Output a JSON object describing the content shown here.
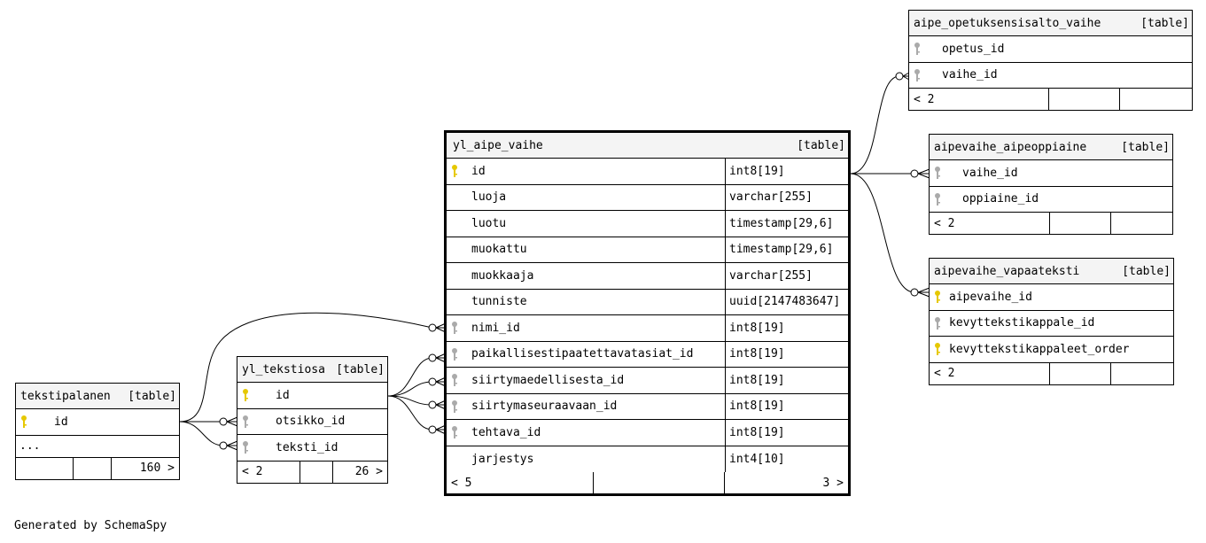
{
  "generated_by": "Generated by SchemaSpy",
  "table_tag": "[table]",
  "tables": {
    "yl_aipe_vaihe": {
      "name": "yl_aipe_vaihe",
      "columns": [
        {
          "name": "id",
          "type": "int8[19]",
          "key": "primary"
        },
        {
          "name": "luoja",
          "type": "varchar[255]",
          "key": "none"
        },
        {
          "name": "luotu",
          "type": "timestamp[29,6]",
          "key": "none"
        },
        {
          "name": "muokattu",
          "type": "timestamp[29,6]",
          "key": "none"
        },
        {
          "name": "muokkaaja",
          "type": "varchar[255]",
          "key": "none"
        },
        {
          "name": "tunniste",
          "type": "uuid[2147483647]",
          "key": "none"
        },
        {
          "name": "nimi_id",
          "type": "int8[19]",
          "key": "foreign"
        },
        {
          "name": "paikallisestipaatettavatasiat_id",
          "type": "int8[19]",
          "key": "foreign"
        },
        {
          "name": "siirtymaedellisesta_id",
          "type": "int8[19]",
          "key": "foreign"
        },
        {
          "name": "siirtymaseuraavaan_id",
          "type": "int8[19]",
          "key": "foreign"
        },
        {
          "name": "tehtava_id",
          "type": "int8[19]",
          "key": "foreign"
        },
        {
          "name": "jarjestys",
          "type": "int4[10]",
          "key": "none"
        }
      ],
      "footer": {
        "parents": "< 5",
        "children": "3 >"
      }
    },
    "aipe_opetuksensisalto_vaihe": {
      "name": "aipe_opetuksensisalto_vaihe",
      "columns": [
        {
          "name": "opetus_id",
          "key": "foreign"
        },
        {
          "name": "vaihe_id",
          "key": "foreign"
        }
      ],
      "footer": {
        "parents": "< 2"
      }
    },
    "aipevaihe_aipeoppiaine": {
      "name": "aipevaihe_aipeoppiaine",
      "columns": [
        {
          "name": "vaihe_id",
          "key": "foreign"
        },
        {
          "name": "oppiaine_id",
          "key": "foreign"
        }
      ],
      "footer": {
        "parents": "< 2"
      }
    },
    "aipevaihe_vapaateksti": {
      "name": "aipevaihe_vapaateksti",
      "columns": [
        {
          "name": "aipevaihe_id",
          "key": "primary"
        },
        {
          "name": "kevyttekstikappale_id",
          "key": "foreign"
        },
        {
          "name": "kevyttekstikappaleet_order",
          "key": "primary"
        }
      ],
      "footer": {
        "parents": "< 2"
      }
    },
    "yl_tekstiosa": {
      "name": "yl_tekstiosa",
      "columns": [
        {
          "name": "id",
          "key": "primary"
        },
        {
          "name": "otsikko_id",
          "key": "foreign"
        },
        {
          "name": "teksti_id",
          "key": "foreign"
        }
      ],
      "footer": {
        "parents": "< 2",
        "children": "26 >"
      }
    },
    "tekstipalanen": {
      "name": "tekstipalanen",
      "columns": [
        {
          "name": "id",
          "key": "primary"
        }
      ],
      "more": "...",
      "footer": {
        "children": "160 >"
      }
    }
  }
}
